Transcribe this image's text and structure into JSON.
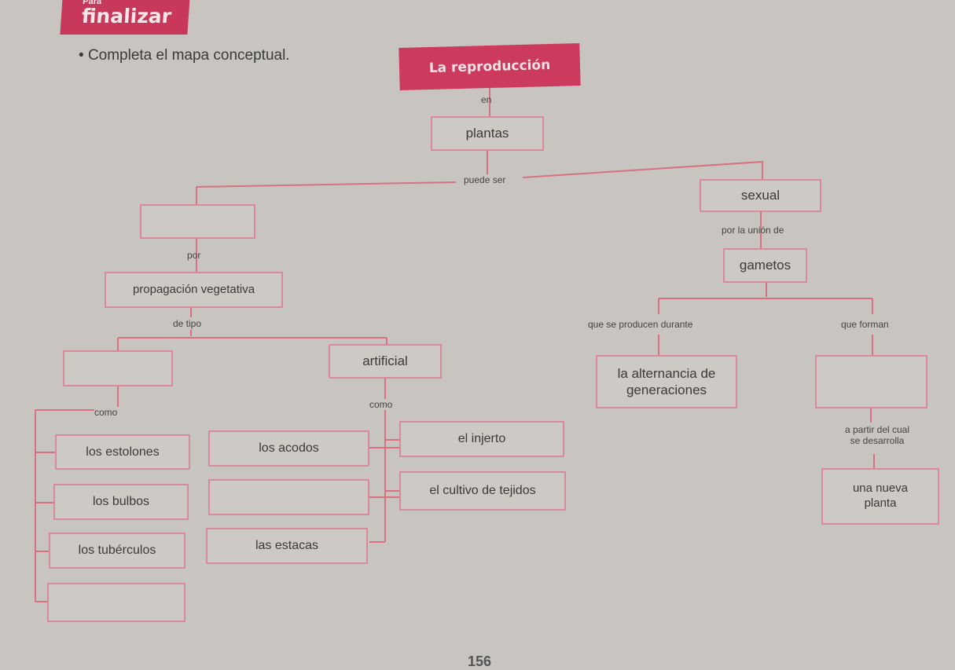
{
  "header": {
    "tab_small": "Para",
    "tab_big": "finalizar",
    "instruction": "Completa el mapa conceptual."
  },
  "map": {
    "root": "La reproducción",
    "link_en": "en",
    "plantas": "plantas",
    "link_puede_ser": "puede ser",
    "asexual_blank": "",
    "sexual": "sexual",
    "link_por_union": "por la unión de",
    "gametos": "gametos",
    "link_por": "por",
    "propagacion": "propagación vegetativa",
    "link_de_tipo": "de tipo",
    "natural_blank": "",
    "artificial": "artificial",
    "link_producen": "que se producen durante",
    "link_forman": "que forman",
    "alternancia": "la alternancia de generaciones",
    "cigoto_blank": "",
    "link_partir": "a partir del cual se desarrolla",
    "nueva_planta": "una nueva planta",
    "link_como_left": "como",
    "link_como_mid": "como",
    "natural_items": [
      "los estolones",
      "los bulbos",
      "los tubérculos",
      ""
    ],
    "artificial_items_col1": [
      "los acodos",
      "",
      "las estacas"
    ],
    "artificial_items_col2": [
      "el injerto",
      "el cultivo de tejidos"
    ]
  },
  "page_number": "156",
  "colors": {
    "accent": "#cc3a5e",
    "box_border": "#d98a98",
    "line": "#d9707f",
    "paper": "#c8c5c0"
  }
}
